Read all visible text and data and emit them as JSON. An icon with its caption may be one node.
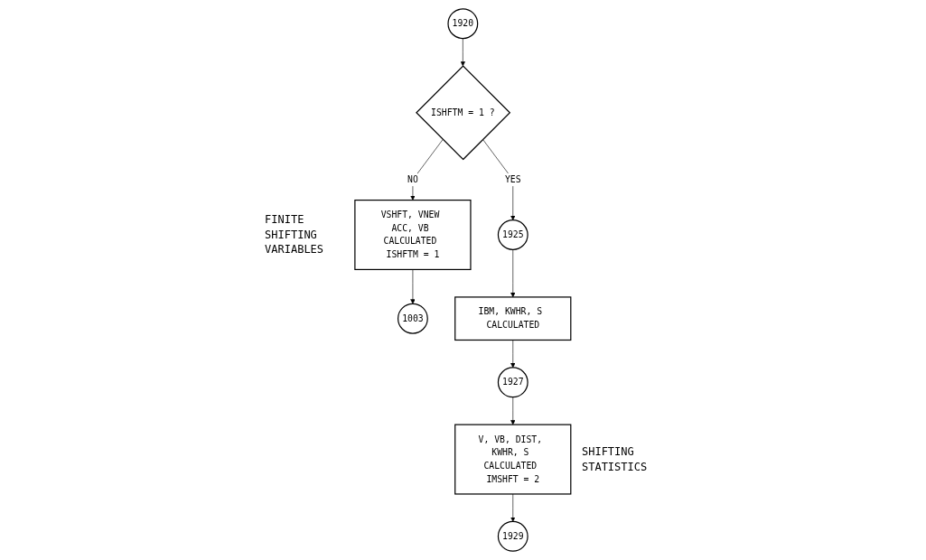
{
  "diagram": {
    "nodes": [
      {
        "text": [
          "1920"
        ]
      },
      {
        "text": [
          "ISHFTM = 1 ?"
        ]
      },
      {
        "text": [
          "VSHFT, VNEW ACC, VB CALCULATED ISHFTM = 1"
        ],
        "beside": [
          "FINITE SHIFTING VARIABLES"
        ]
      },
      {
        "text": [
          "1003"
        ]
      },
      {
        "text": [
          "1925"
        ]
      },
      {
        "text": [
          "IBM, KWHR, S CALCULATED"
        ]
      },
      {
        "text": [
          "1927"
        ]
      },
      {
        "text": [
          "V, VB, DIST, KWHR, S CALCULATED IMSHFT = 2"
        ],
        "beside": [
          "SHIFTING STATISTICS"
        ]
      },
      {
        "text": [
          "1929"
        ]
      }
    ],
    "edges": [
      {
        "from": 0,
        "to": 1,
        "arrow": "to"
      },
      {
        "from": 1,
        "to": 4,
        "arrow": "to",
        "label": "YES"
      },
      {
        "from": 1,
        "to": 2,
        "arrow": "to",
        "label": "NO"
      },
      {
        "from": 2,
        "to": 3,
        "arrow": "to"
      },
      {
        "from": 4,
        "to": 5,
        "arrow": "to"
      },
      {
        "from": 5,
        "to": 6,
        "arrow": "to"
      },
      {
        "from": 6,
        "to": 7,
        "arrow": "to"
      },
      {
        "from": 7,
        "to": 8,
        "arrow": "to"
      }
    ]
  }
}
